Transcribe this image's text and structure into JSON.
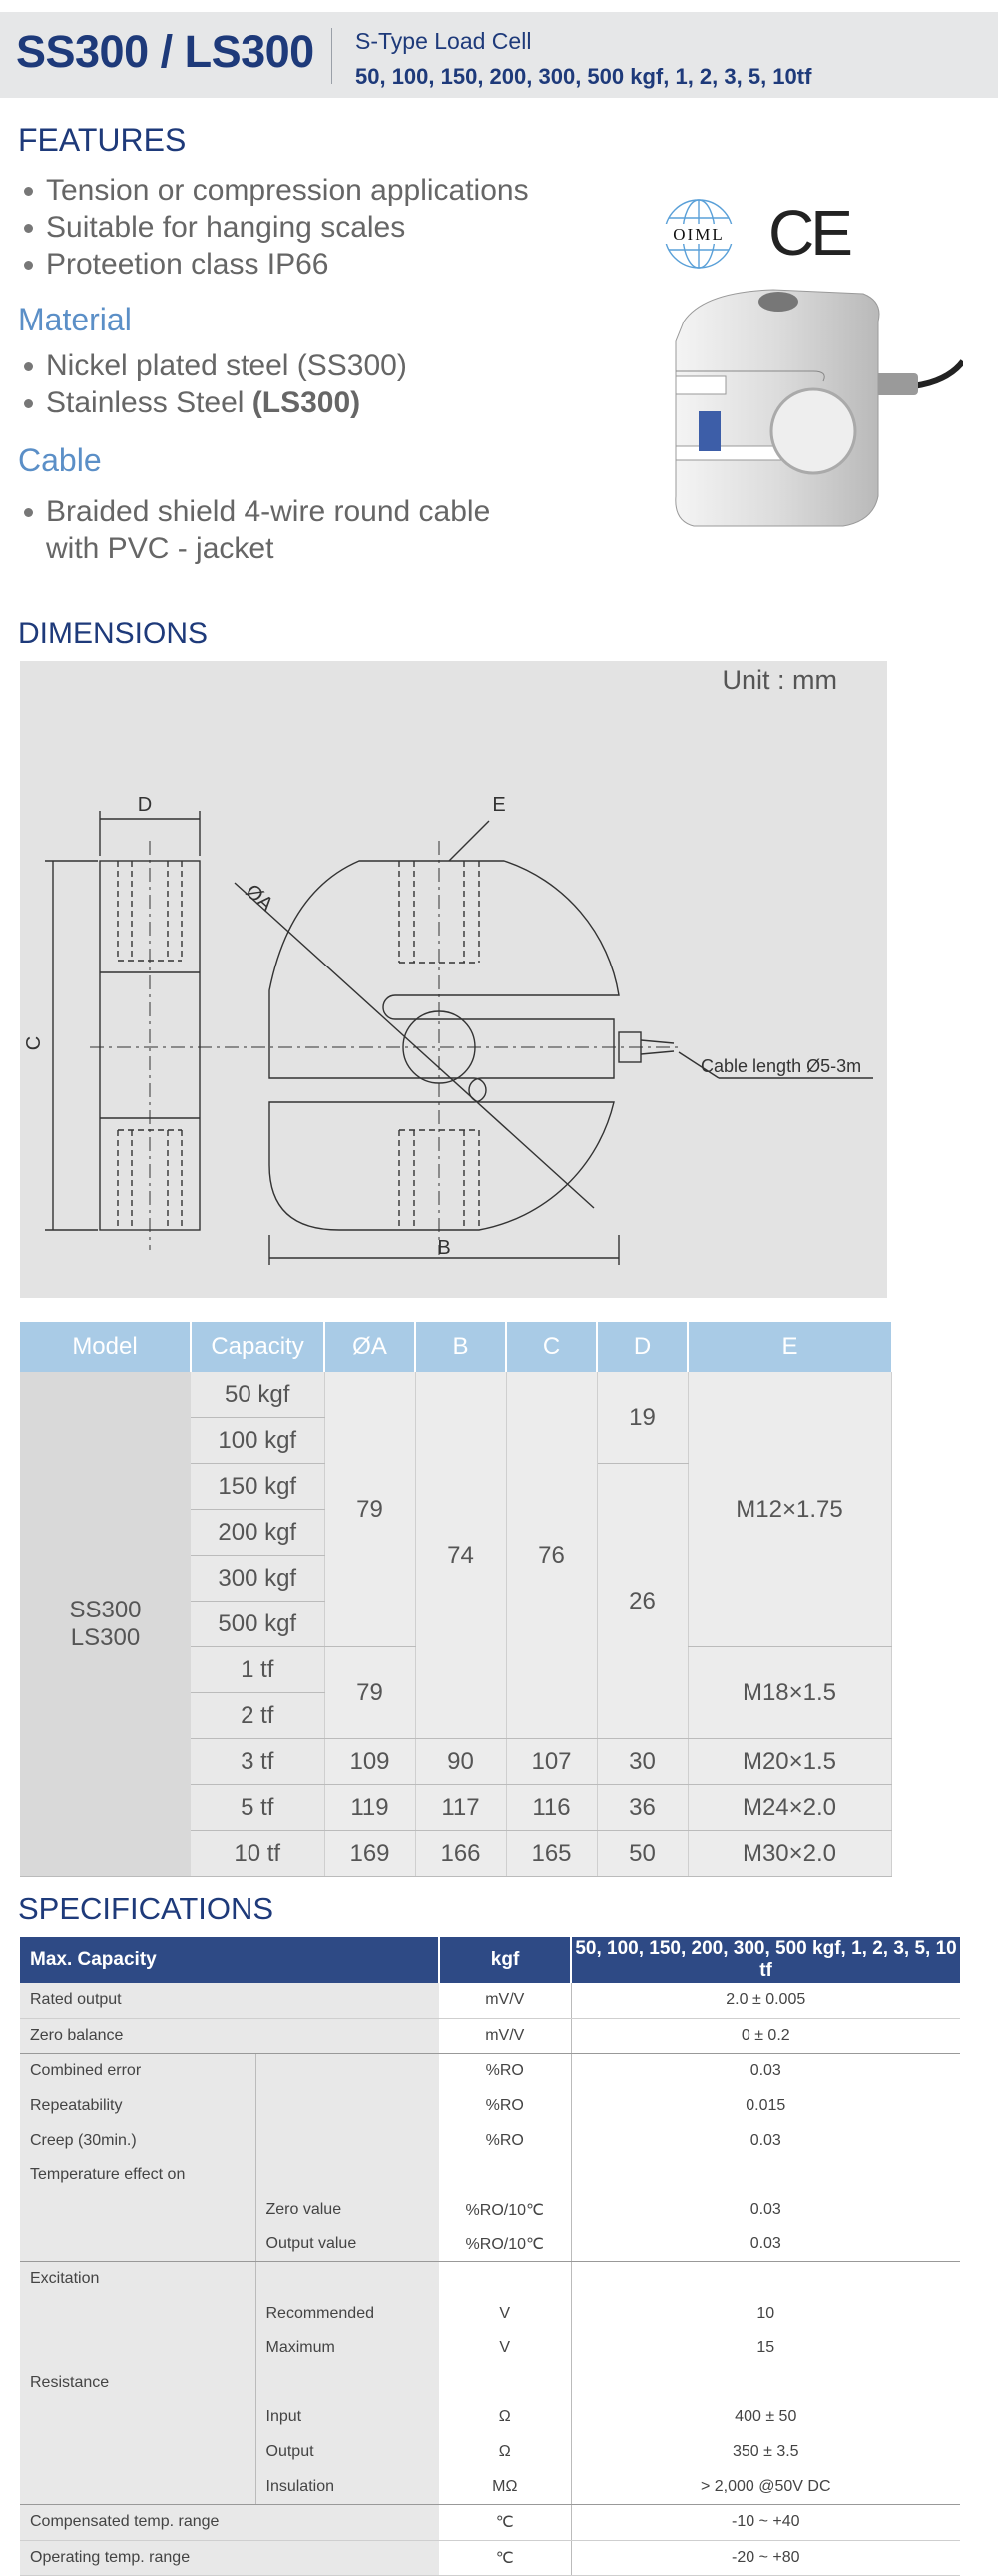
{
  "header": {
    "model": "SS300 / LS300",
    "subtitle": "S-Type Load Cell",
    "range": "50, 100, 150, 200, 300, 500 kgf, 1, 2, 3, 5, 10tf"
  },
  "features": {
    "title": "FEATURES",
    "items": [
      "Tension or compression applications",
      "Suitable for hanging scales",
      "Proteetion class IP66"
    ]
  },
  "material": {
    "title": "Material",
    "item1": "Nickel plated steel (SS300)",
    "item2_prefix": "Stainless Steel ",
    "item2_bold": "(LS300)"
  },
  "cable": {
    "title": "Cable",
    "line1": "Braided shield 4-wire round cable",
    "line2": "with PVC - jacket"
  },
  "logos": {
    "oiml_text": "OIML",
    "ce_text": "CE"
  },
  "dimensions": {
    "title": "DIMENSIONS",
    "unit": "Unit : mm",
    "labels": {
      "d": "D",
      "e": "E",
      "a": "ØA",
      "c": "C",
      "b": "B",
      "cable": "Cable length Ø5-3m"
    }
  },
  "dim_table": {
    "headers": [
      "Model",
      "Capacity",
      "ØA",
      "B",
      "C",
      "D",
      "E"
    ],
    "model": [
      "SS300",
      "LS300"
    ],
    "capacities": [
      "50 kgf",
      "100 kgf",
      "150 kgf",
      "200 kgf",
      "300 kgf",
      "500 kgf",
      "1 tf",
      "2 tf",
      "3 tf",
      "5 tf",
      "10 tf"
    ],
    "a_group1": "79",
    "a_group2": "79",
    "b_group": "74",
    "c_group": "76",
    "d_group1": "19",
    "d_group2": "26",
    "e_group1": "M12×1.75",
    "e_group2": "M18×1.5",
    "rows_large": [
      {
        "a": "109",
        "b": "90",
        "c": "107",
        "d": "30",
        "e": "M20×1.5"
      },
      {
        "a": "119",
        "b": "117",
        "c": "116",
        "d": "36",
        "e": "M24×2.0"
      },
      {
        "a": "169",
        "b": "166",
        "c": "165",
        "d": "50",
        "e": "M30×2.0"
      }
    ]
  },
  "specs": {
    "title": "SPECIFICATIONS",
    "header": {
      "label": "Max. Capacity",
      "unit": "kgf",
      "value": "50, 100, 150, 200, 300, 500 kgf, 1, 2, 3, 5, 10 tf"
    },
    "rows": {
      "rated_output": {
        "param": "Rated output",
        "unit": "mV/V",
        "value": "2.0 ± 0.005"
      },
      "zero_balance": {
        "param": "Zero balance",
        "unit": "mV/V",
        "value": "0 ± 0.2"
      },
      "combined_error": {
        "param": "Combined error",
        "unit": "%RO",
        "value": "0.03"
      },
      "repeatability": {
        "param": "Repeatability",
        "unit": "%RO",
        "value": "0.015"
      },
      "creep": {
        "param": "Creep (30min.)",
        "unit": "%RO",
        "value": "0.03"
      },
      "temp_effect": {
        "param": "Temperature effect on"
      },
      "zero_value": {
        "sub": "Zero value",
        "unit": "%RO/10℃",
        "value": "0.03"
      },
      "output_value": {
        "sub": "Output  value",
        "unit": "%RO/10℃",
        "value": "0.03"
      },
      "excitation": {
        "param": "Excitation"
      },
      "recommended": {
        "sub": "Recommended",
        "unit": "V",
        "value": "10"
      },
      "maximum": {
        "sub": "Maximum",
        "unit": "V",
        "value": "15"
      },
      "resistance": {
        "param": "Resistance"
      },
      "input": {
        "sub": "Input",
        "unit": "Ω",
        "value": "400 ± 50"
      },
      "output": {
        "sub": "Output",
        "unit": "Ω",
        "value": "350 ± 3.5"
      },
      "insulation": {
        "sub": "Insulation",
        "unit": "MΩ",
        "value": "> 2,000 @50V DC"
      },
      "comp_temp": {
        "param": "Compensated temp. range",
        "unit": "℃",
        "value": "-10 ~ +40"
      },
      "oper_temp": {
        "param": "Operating temp. range",
        "unit": "℃",
        "value": "-20 ~ +80"
      }
    }
  }
}
